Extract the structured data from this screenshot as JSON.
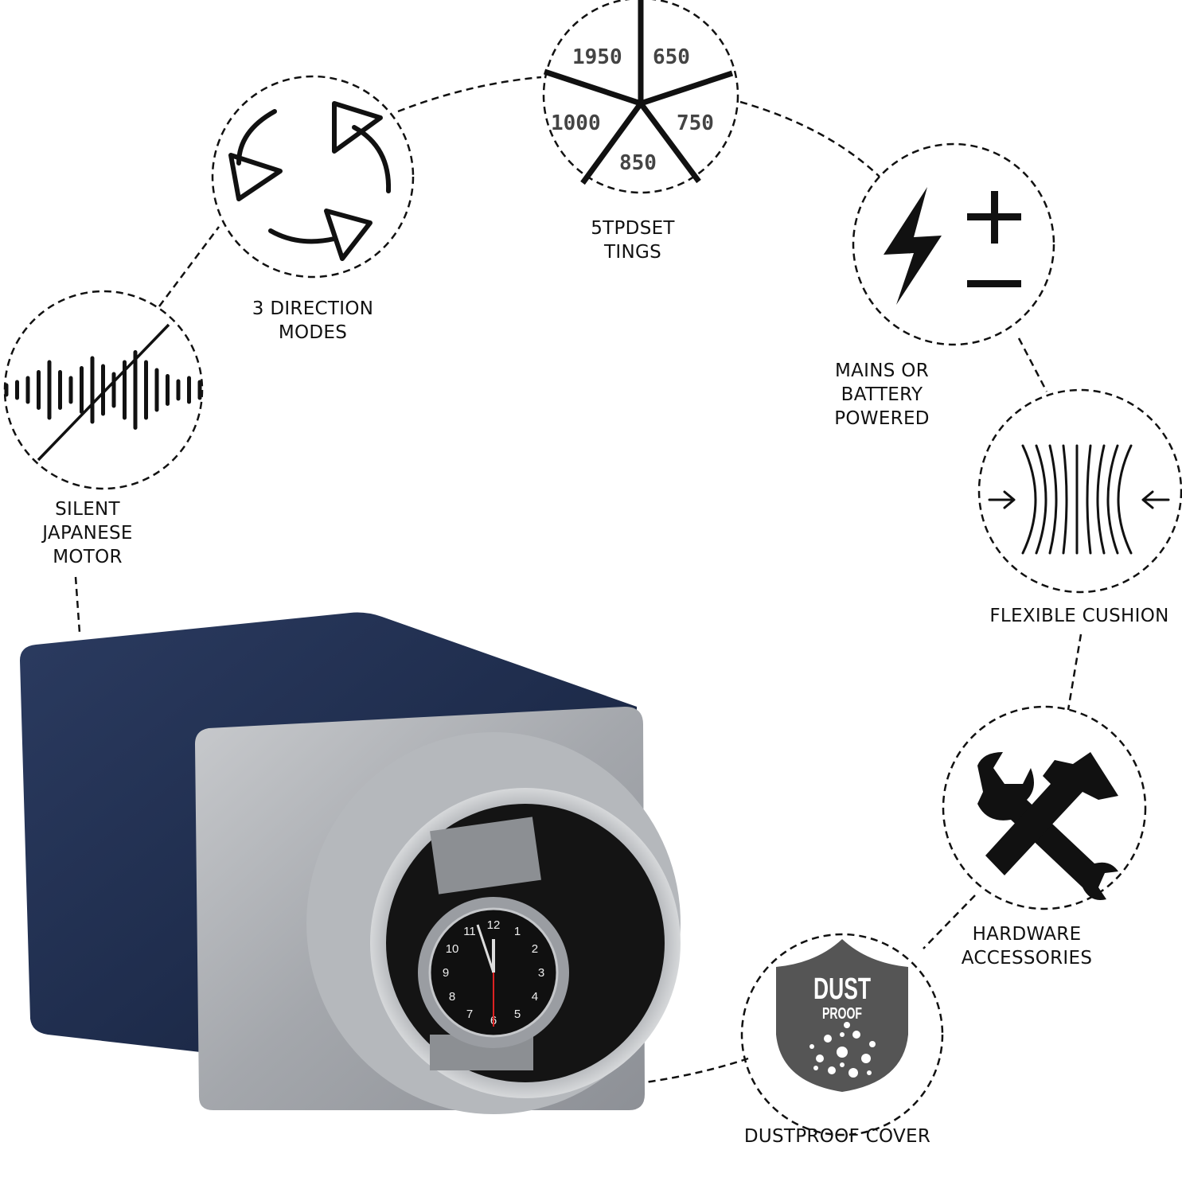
{
  "features": {
    "motor": {
      "lines": [
        "SILENT",
        "JAPANESE",
        "MOTOR"
      ],
      "icon": "sound-wave-muted-icon"
    },
    "direction": {
      "lines": [
        "3 DIRECTION",
        "MODES"
      ],
      "icon": "rotation-arrows-icon"
    },
    "tpd": {
      "lines": [
        "5TPDSET",
        "TINGS"
      ],
      "icon": "tpd-wheel-icon",
      "values": [
        "1950",
        "650",
        "750",
        "850",
        "1000"
      ]
    },
    "power": {
      "lines": [
        "MAINS OR",
        "BATTERY",
        "POWERED"
      ],
      "icon": "lightning-plus-minus-icon"
    },
    "cushion": {
      "lines": [
        "FLEXIBLE CUSHION"
      ],
      "icon": "compression-cushion-icon"
    },
    "hardware": {
      "lines": [
        "HARDWARE",
        "ACCESSORIES"
      ],
      "icon": "wrench-hammer-icon"
    },
    "dust": {
      "lines": [
        "DUSTPROOF COVER"
      ],
      "icon": "dust-proof-shield-icon",
      "badge_top": "DUST",
      "badge_bottom": "PROOF"
    }
  },
  "product": {
    "name": "watch-winder",
    "colors": {
      "body": "#1f2d4d",
      "plate": "#a8abb0",
      "interior": "#141414"
    },
    "dial_numbers": [
      "12",
      "1",
      "2",
      "3",
      "4",
      "5",
      "6",
      "7",
      "8",
      "9",
      "10",
      "11"
    ]
  }
}
